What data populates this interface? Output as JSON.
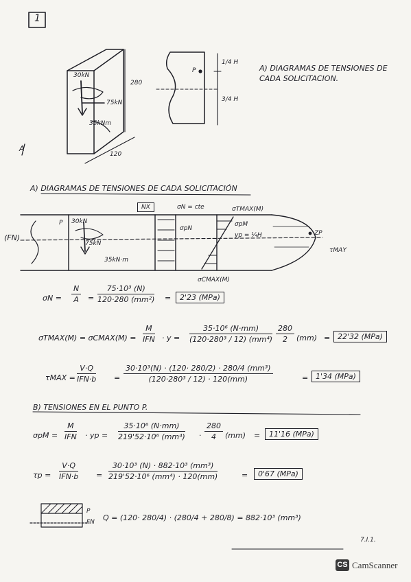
{
  "page": {
    "problem_number": "1",
    "signature": "7.I.1."
  },
  "figure1": {
    "load_vertical": "30kN",
    "load_horizontal": "75kN",
    "moment": "35kNm",
    "height": "280",
    "width": "120",
    "corner_label": "A",
    "point_label": "P",
    "quarter_label": "1/4 H",
    "three_quarter_label": "3/4 H"
  },
  "question_a_text": "A) DIAGRAMAS DE TENSIONES DE CADA SOLICITACION.",
  "section_a": {
    "heading": "A) DIAGRAMAS DE TENSIONES DE CADA SOLICITACIÓN",
    "fn_label": "(FN)",
    "n_box": "NX",
    "sigma_n_cte": "σN = cte",
    "sigma_p_n": "σpN",
    "sigma_p_m": "σpM",
    "yp_label": "yp = ¼H",
    "sigma_max_t": "σTMAX(M)",
    "sigma_max_c": "σCMAX(M)",
    "zp_label": "ZP",
    "tau_max_label": "τMAY",
    "load_p": "P",
    "load_v": "30kN",
    "load_h": "75kN",
    "load_m": "35kN·m"
  },
  "eq_sigma_n": {
    "lhs": "σN =",
    "frac1_num": "N",
    "frac1_den": "A",
    "frac2_num": "75·10³ (N)",
    "frac2_den": "120·280 (mm²)",
    "result": "2'23 (MPa)"
  },
  "eq_sigma_max": {
    "lhs": "σTMAX(M) = σCMAX(M) =",
    "frac1_num": "M",
    "frac1_den": "IFN",
    "y_label": "· y =",
    "frac2_num": "35·10⁶ (N·mm)",
    "frac2_den": "(120·280³ / 12) (mm⁴)",
    "frac3_num": "280",
    "frac3_den": "2",
    "unit": "(mm)",
    "result": "22'32 (MPa)"
  },
  "eq_tau_max": {
    "lhs": "τMAX =",
    "frac1_num": "V·Q",
    "frac1_den": "IFN·b",
    "frac2_num": "30·10³(N) · (120· 280/2) · 280/4 (mm³)",
    "frac2_den": "(120·280³ / 12) · 120(mm)",
    "result": "1'34 (MPa)"
  },
  "section_b": {
    "heading": "B) TENSIONES EN EL PUNTO P."
  },
  "eq_sigma_p": {
    "lhs": "σpM =",
    "frac1_num": "M",
    "frac1_den": "IFN",
    "yp": "· yp =",
    "frac2_num": "35·10⁶ (N·mm)",
    "frac2_den": "219'52·10⁶ (mm⁴)",
    "frac3_num": "280",
    "frac3_den": "4",
    "unit": "(mm)",
    "result": "11'16 (MPa)"
  },
  "eq_tau_p": {
    "lhs": "τp =",
    "frac1_num": "V·Q",
    "frac1_den": "IFN·b",
    "frac2_num": "30·10³ (N) · 882·10³ (mm³)",
    "frac2_den": "219'52·10⁶ (mm⁴) · 120(mm)",
    "result": "0'67 (MPa)"
  },
  "eq_q": {
    "p_label": "P",
    "fn_label": "FN",
    "expression": "Q = (120· 280/4) · (280/4 + 280/8) = 882·10³ (mm³)"
  },
  "footer": {
    "brand_badge": "CS",
    "brand_name": "CamScanner"
  }
}
